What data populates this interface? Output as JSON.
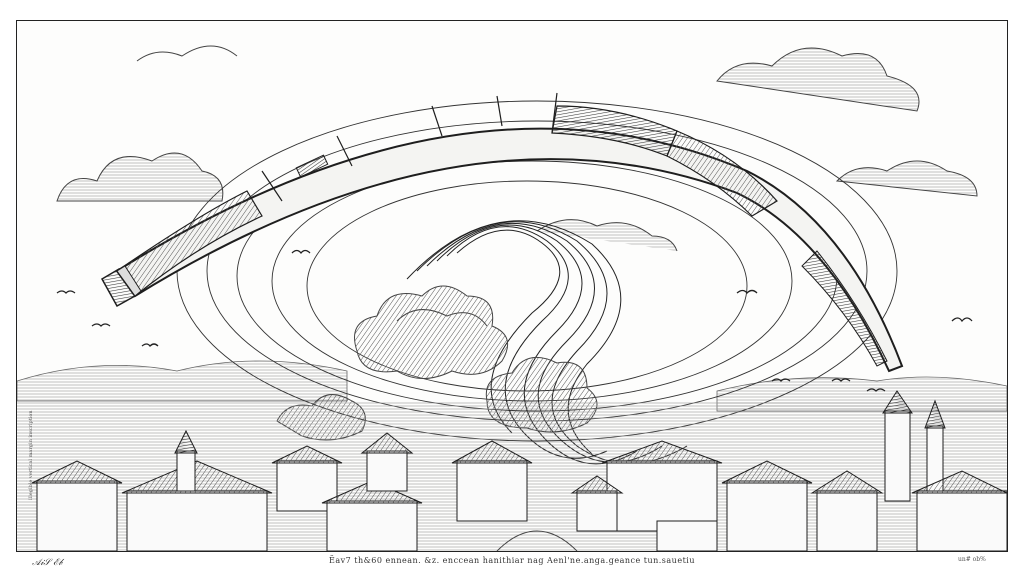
{
  "artwork": {
    "title": "Giant paintbrush sweeping a whirlwind over a city",
    "style": "pen-and-ink engraving illustration",
    "colors": {
      "ink": "#1e1e1e",
      "paper": "#fdfdfc",
      "hatch": "#555555"
    }
  },
  "text": {
    "caption": "Ẽav7 th&60 ennean. &z. enccean hanithiar nag Aenl'ne.anga.geance tun.sauetiu",
    "signature_left": "𝒜𝒾𝒮 ℰ𝒷",
    "signature_right": "un# ob%",
    "margin_text_left": "illegible vertical margin inscription"
  },
  "elements": {
    "brush": "giant curved paintbrush arcing across the sky",
    "vortex": "spiral wind swirl with smoke clouds",
    "birds": "small birds scattered in the sky",
    "city": "dense rooftops, church towers and streets along the bottom"
  }
}
